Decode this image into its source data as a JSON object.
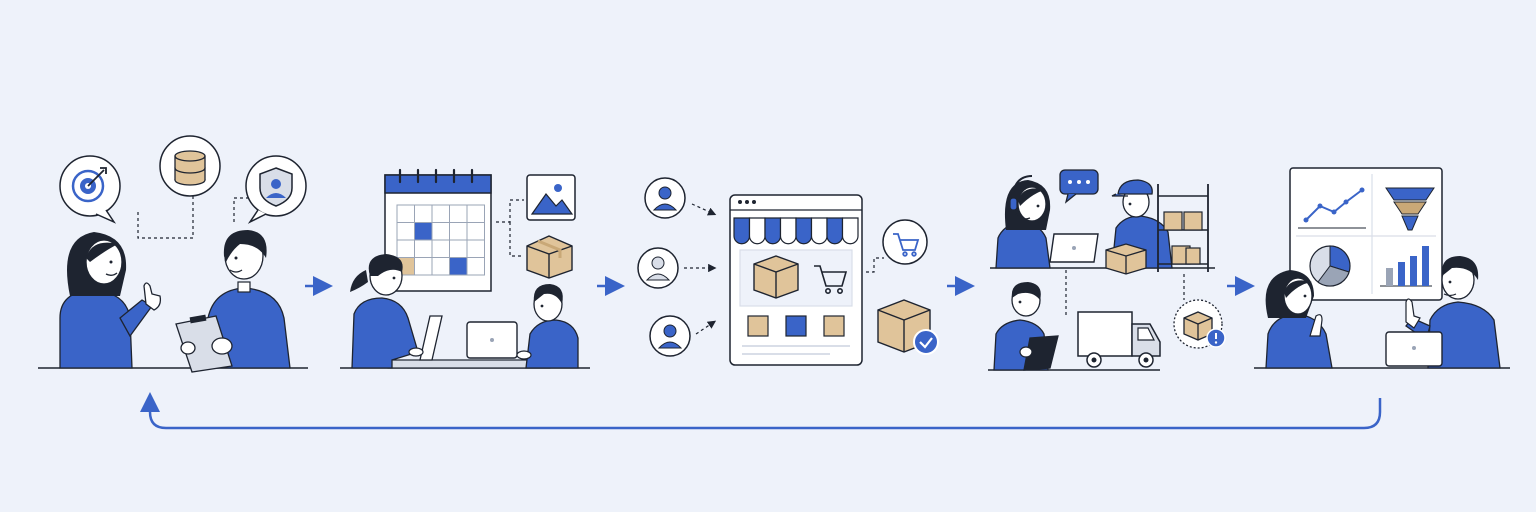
{
  "colors": {
    "background": "#eef2fa",
    "primary": "#3a64c8",
    "primary_dark": "#2a4f9e",
    "outline": "#1e2430",
    "box_fill": "#e0c49a",
    "box_shade": "#c9a877",
    "light_grey": "#d9dee8",
    "white": "#ffffff",
    "skin": "#ffffff"
  },
  "stages": [
    {
      "id": "planning",
      "icons": [
        "target-icon",
        "coins-icon",
        "shield-user-icon"
      ]
    },
    {
      "id": "scheduling",
      "icons": [
        "calendar-icon",
        "image-icon",
        "box-icon"
      ]
    },
    {
      "id": "storefront",
      "icons": [
        "user-icon",
        "user-icon",
        "user-icon",
        "storefront-icon",
        "cart-icon",
        "box-check-icon"
      ]
    },
    {
      "id": "fulfillment",
      "icons": [
        "chat-icon",
        "warehouse-shelf-icon",
        "truck-icon",
        "box-alert-icon"
      ]
    },
    {
      "id": "analytics",
      "icons": [
        "line-chart-icon",
        "funnel-icon",
        "pie-chart-icon",
        "bar-chart-icon"
      ]
    }
  ],
  "flow": {
    "arrows": 4,
    "loop_back": true
  }
}
